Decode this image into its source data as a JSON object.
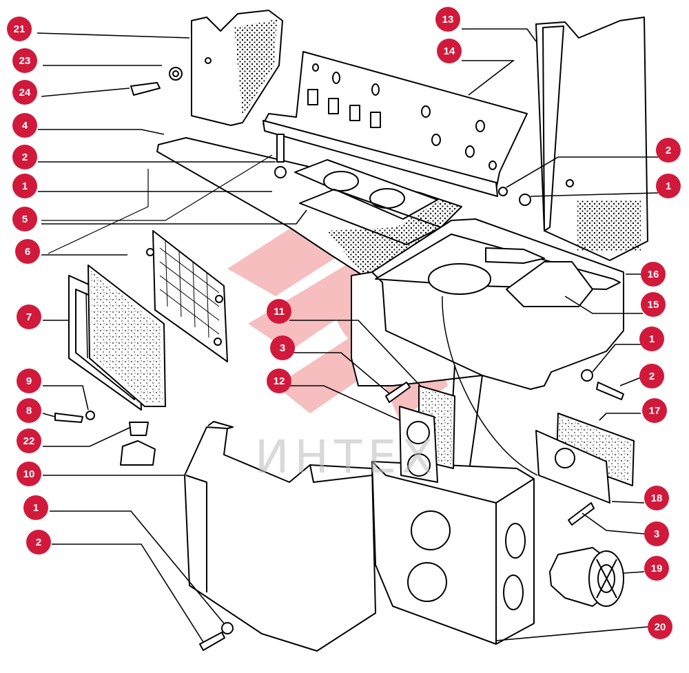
{
  "figure": {
    "watermark_text": "ИНТЕХ",
    "colors": {
      "callout": "#d11a3b",
      "line": "#000000",
      "watermark": "#f08a8a"
    },
    "callouts": [
      "21",
      "23",
      "24",
      "4",
      "2",
      "1",
      "5",
      "6",
      "7",
      "9",
      "8",
      "22",
      "10",
      "1",
      "2",
      "13",
      "14",
      "2",
      "1",
      "16",
      "15",
      "1",
      "2",
      "11",
      "3",
      "12",
      "17",
      "18",
      "3",
      "19",
      "20"
    ]
  }
}
